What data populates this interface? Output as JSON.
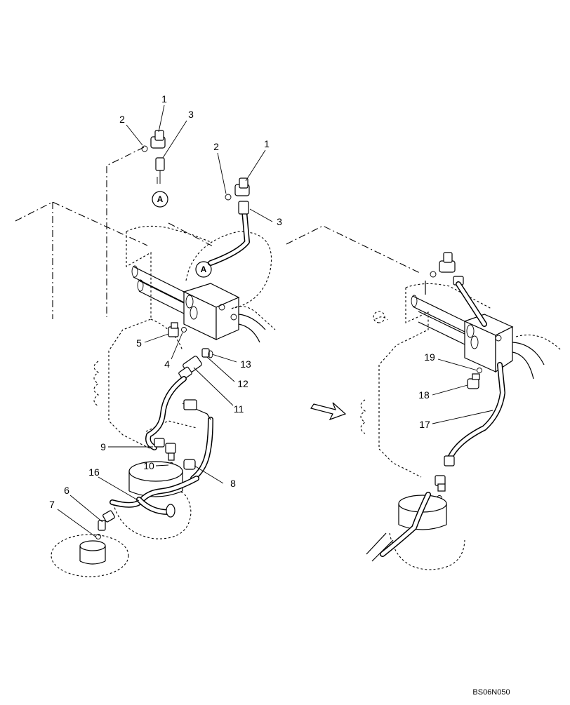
{
  "figure_code": "BS06N050",
  "detail_marker": "A",
  "callouts": {
    "c1a": "1",
    "c2a": "2",
    "c3a": "3",
    "c2b": "2",
    "c1b": "1",
    "c3b": "3",
    "c5": "5",
    "c4": "4",
    "c13": "13",
    "c12": "12",
    "c11": "11",
    "c9": "9",
    "c10": "10",
    "c16": "16",
    "c8": "8",
    "c6": "6",
    "c7": "7",
    "c19": "19",
    "c18": "18",
    "c17": "17"
  }
}
